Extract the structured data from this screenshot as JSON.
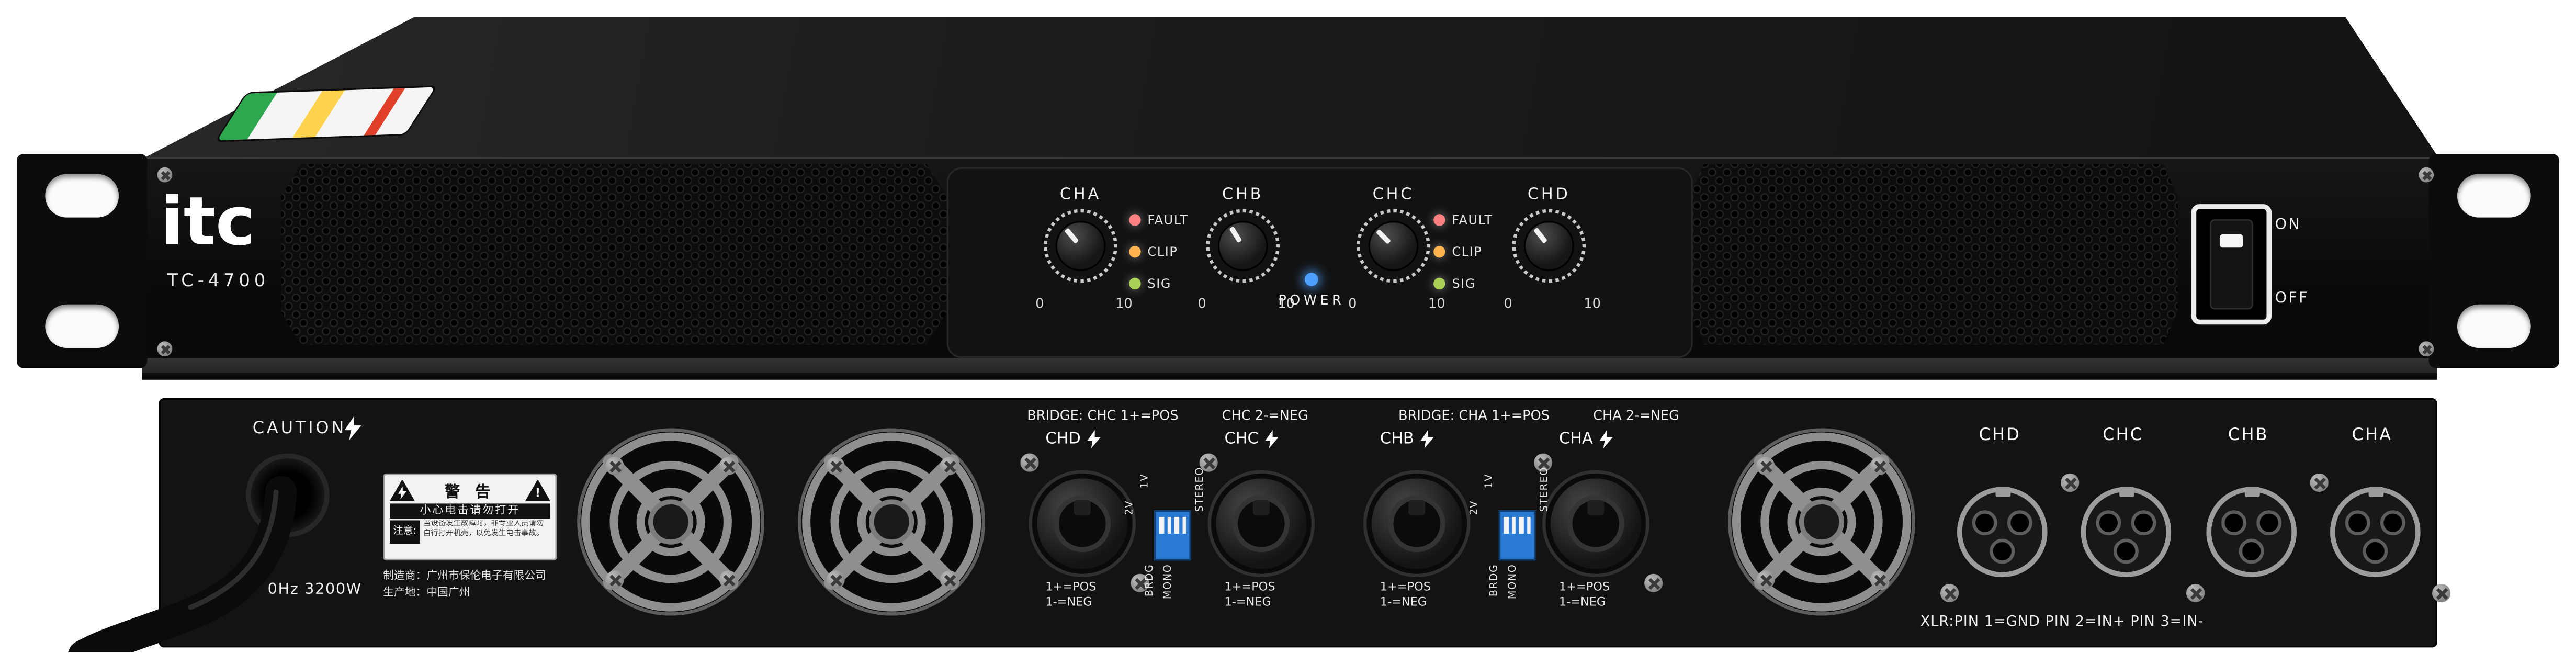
{
  "front": {
    "brand": "itc",
    "model": "TC-4700",
    "channels": [
      "CHA",
      "CHB",
      "CHC",
      "CHD"
    ],
    "scale_min": "0",
    "scale_max": "10",
    "leds": [
      {
        "label": "FAULT",
        "color": "#ff8080"
      },
      {
        "label": "CLIP",
        "color": "#ffb24d"
      },
      {
        "label": "SIG",
        "color": "#a8d155"
      }
    ],
    "power_label": "POWER",
    "power_led_color": "#4da0ff",
    "switch": {
      "on": "ON",
      "off": "OFF"
    }
  },
  "rear": {
    "caution": "CAUTION",
    "rating": "0Hz 3200W",
    "warning": {
      "title": "警 告",
      "line": "小心电击请勿打开",
      "notice": "注意:",
      "small1": "当设备发生故障时，非专业人员请勿",
      "small2": "自行打开机壳，以免发生电击事故。"
    },
    "manufacturer": "制造商：广州市保伦电子有限公司",
    "origin": "生产地：中国广州",
    "bridge_left_1": "BRIDGE: CHC 1+=POS",
    "bridge_left_2": "CHC 2-=NEG",
    "bridge_right_1": "BRIDGE: CHA 1+=POS",
    "bridge_right_2": "CHA 2-=NEG",
    "speakons": [
      {
        "label": "CHD",
        "pos": "1+=POS",
        "neg": "1-=NEG"
      },
      {
        "label": "CHC",
        "pos": "1+=POS",
        "neg": "1-=NEG"
      },
      {
        "label": "CHB",
        "pos": "1+=POS",
        "neg": "1-=NEG"
      },
      {
        "label": "CHA",
        "pos": "1+=POS",
        "neg": "1-=NEG"
      }
    ],
    "dip_labels": [
      "2V",
      "1V",
      "STEREO",
      "BRDG",
      "MONO"
    ],
    "xlr_labels": [
      "CHD",
      "CHC",
      "CHB",
      "CHA"
    ],
    "xlr_note": "XLR:PIN 1=GND PIN 2=IN+ PIN 3=IN-"
  }
}
